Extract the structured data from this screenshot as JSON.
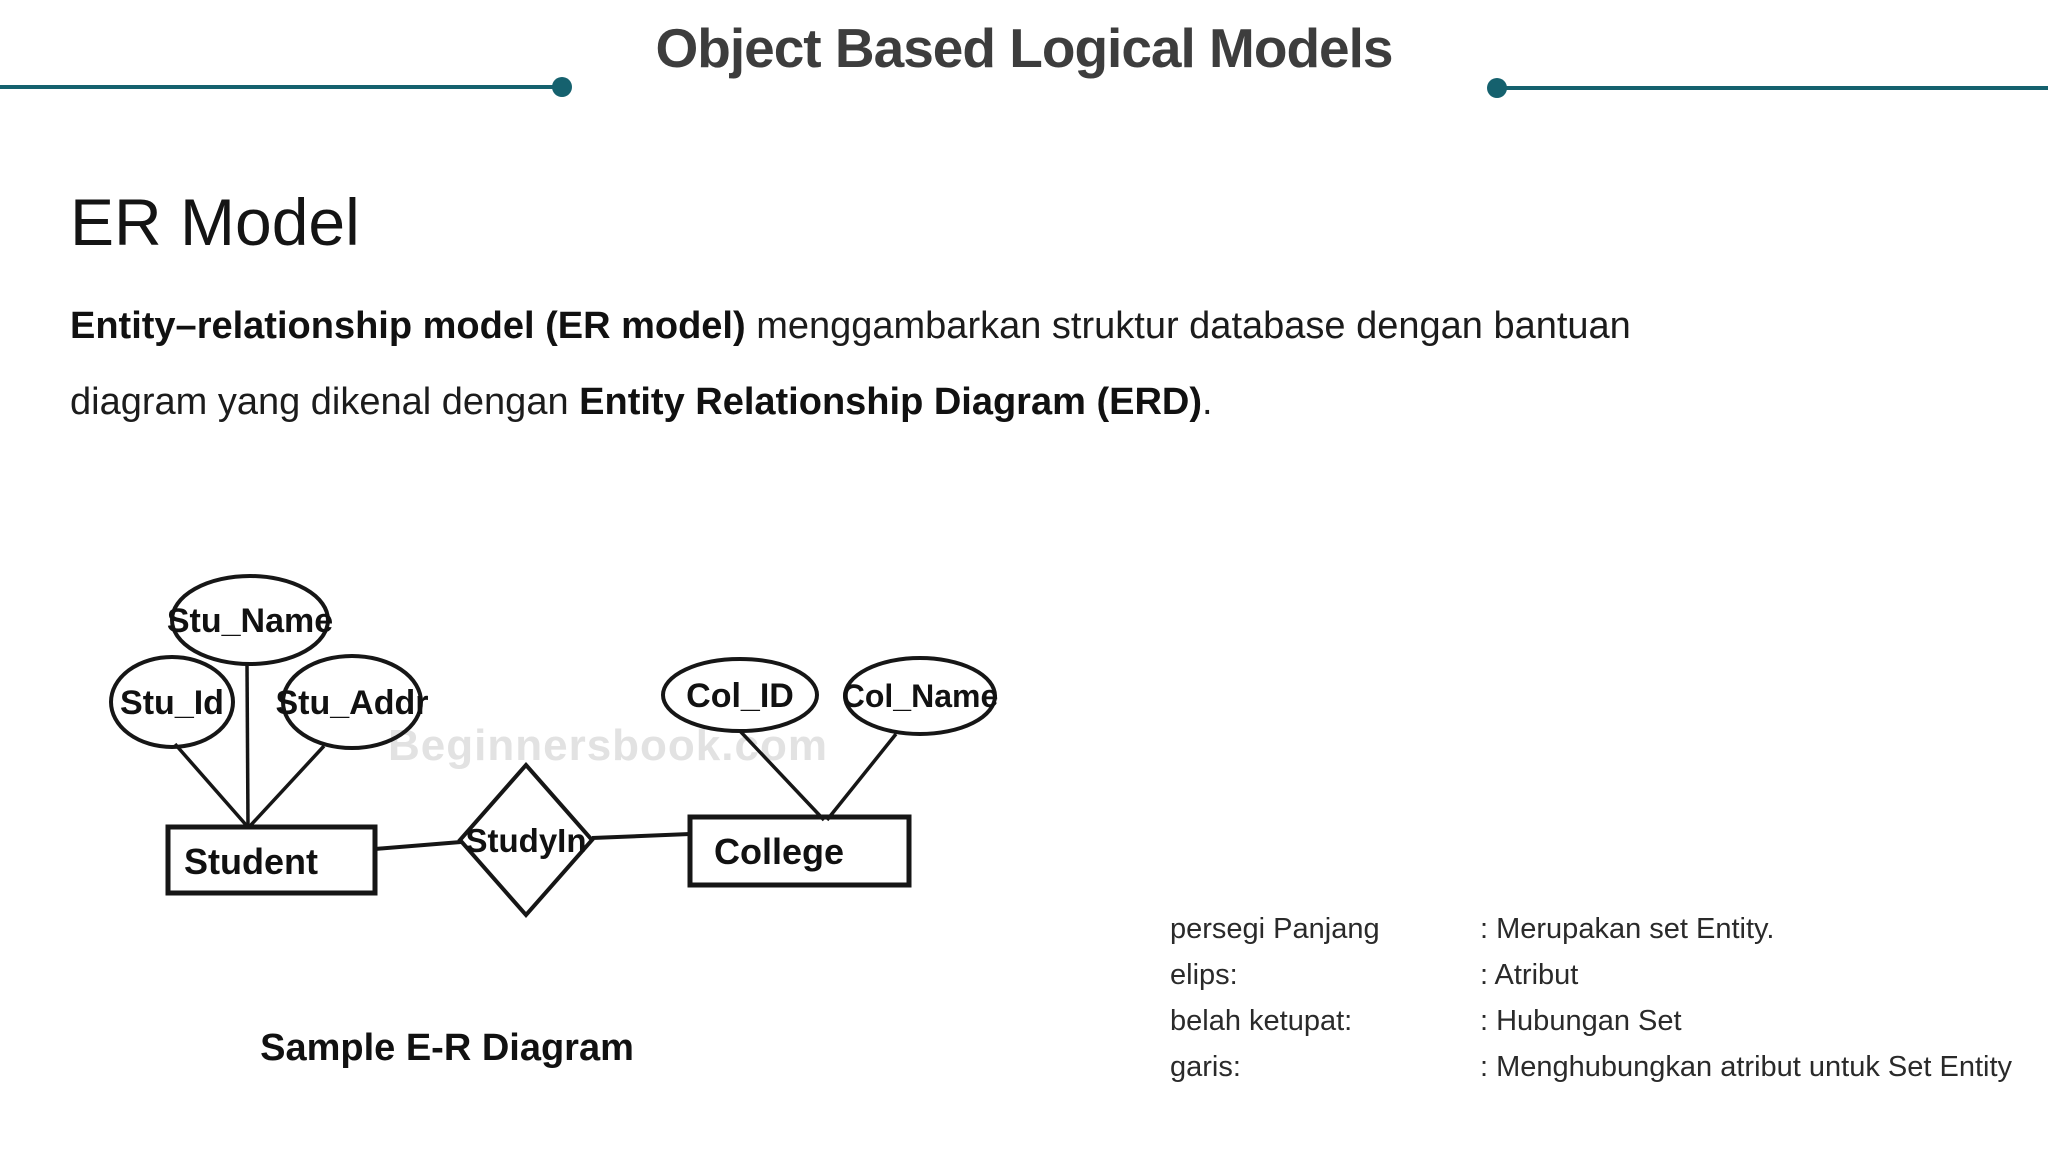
{
  "header": {
    "title": "Object Based Logical Models",
    "accent_color": "#15616e",
    "title_color": "#3d3d3d"
  },
  "section": {
    "heading": "ER Model",
    "paragraph": {
      "line1_bold": "Entity–relationship model (ER model)",
      "line1_rest": " menggambarkan struktur database dengan bantuan",
      "line2_start": "diagram yang dikenal dengan ",
      "line2_bold": "Entity Relationship Diagram (ERD)",
      "line2_end": "."
    }
  },
  "diagram": {
    "caption": "Sample E-R Diagram",
    "watermark": "Beginnersbook.com",
    "entities": [
      {
        "label": "Student"
      },
      {
        "label": "College"
      }
    ],
    "relationship": {
      "label": "StudyIn"
    },
    "attributes": [
      {
        "label": "Stu_Name",
        "entity": "Student"
      },
      {
        "label": "Stu_Id",
        "entity": "Student"
      },
      {
        "label": "Stu_Addr",
        "entity": "Student"
      },
      {
        "label": "Col_ID",
        "entity": "College"
      },
      {
        "label": "Col_Name",
        "entity": "College"
      }
    ]
  },
  "legend": {
    "rows": [
      {
        "term": "persegi Panjang",
        "desc": ": Merupakan set Entity."
      },
      {
        "term": "elips:",
        "desc": ": Atribut"
      },
      {
        "term": "belah ketupat:",
        "desc": ": Hubungan Set"
      },
      {
        "term": "garis:",
        "desc": ": Menghubungkan atribut untuk Set Entity"
      }
    ]
  }
}
